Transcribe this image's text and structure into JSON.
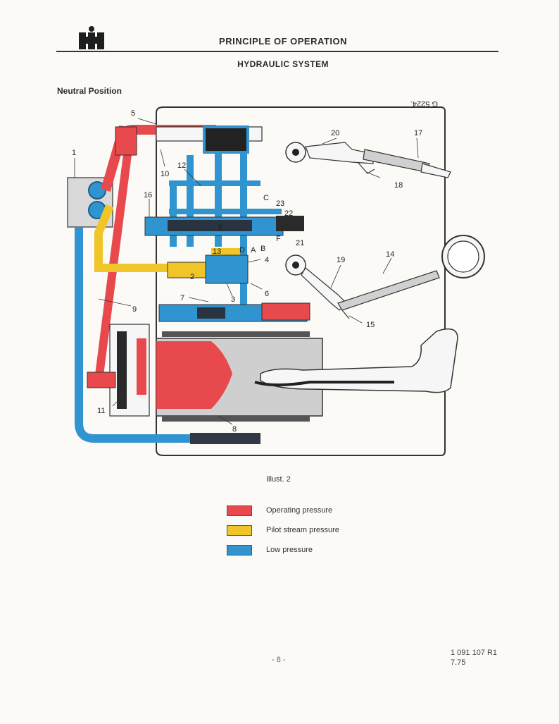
{
  "header": {
    "title": "PRINCIPLE OF OPERATION",
    "logo_icon": "ih-logo-icon"
  },
  "subtitle": "HYDRAULIC SYSTEM",
  "section_title": "Neutral Position",
  "diagram": {
    "drawing_code": "G 5224.",
    "part_labels": [
      "1",
      "2",
      "3",
      "4",
      "5",
      "6",
      "7",
      "8",
      "9",
      "10",
      "11",
      "12",
      "13",
      "14",
      "15",
      "16",
      "17",
      "18",
      "19",
      "20",
      "21",
      "22",
      "23",
      "A",
      "B",
      "C",
      "D",
      "E",
      "F"
    ]
  },
  "caption": "Illust. 2",
  "legend": [
    {
      "label": "Operating pressure",
      "color": "#e8494c"
    },
    {
      "label": "Pilot stream pressure",
      "color": "#f0c528"
    },
    {
      "label": "Low pressure",
      "color": "#2f94cf"
    }
  ],
  "footer": {
    "page_number": "- 8 -",
    "doc_number": "1 091 107 R1",
    "date": "7.75"
  },
  "colors": {
    "operating": "#e8494c",
    "pilot": "#f0c528",
    "low": "#2f94cf",
    "body_outline": "#333333"
  }
}
